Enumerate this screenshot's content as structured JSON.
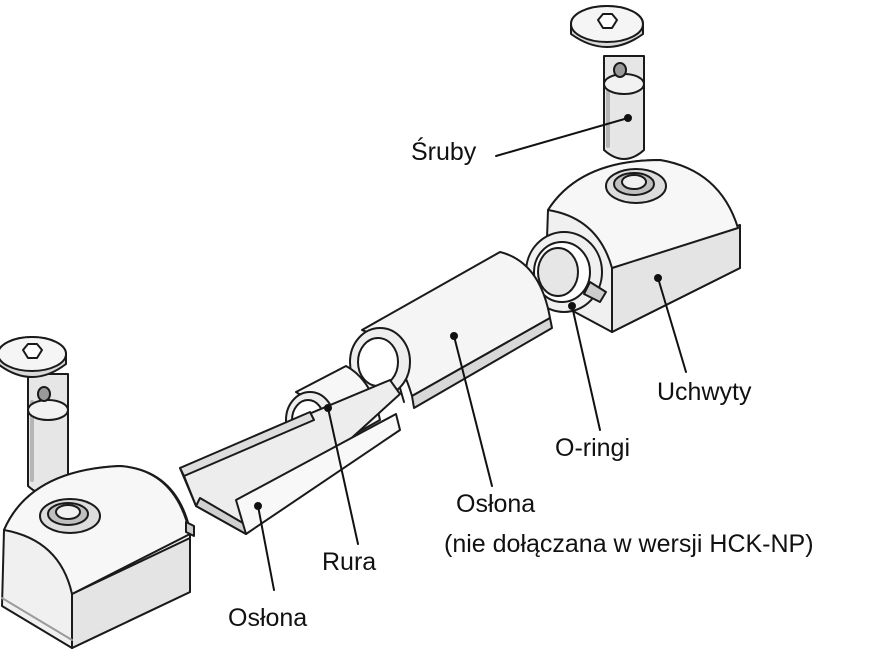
{
  "labels": {
    "sruby": "Śruby",
    "uchwyty": "Uchwyty",
    "o_ringi": "O-ringi",
    "oslona_right_line1": "Osłona",
    "oslona_right_line2": "(nie dołączana w wersji HCK-NP)",
    "rura": "Rura",
    "oslona_left": "Osłona"
  },
  "colors": {
    "line": "#1a1a1a",
    "body_light": "#f2f2f2",
    "body_mid": "#d9d9d9",
    "body_dark": "#b5b5b5",
    "background": "#ffffff"
  }
}
